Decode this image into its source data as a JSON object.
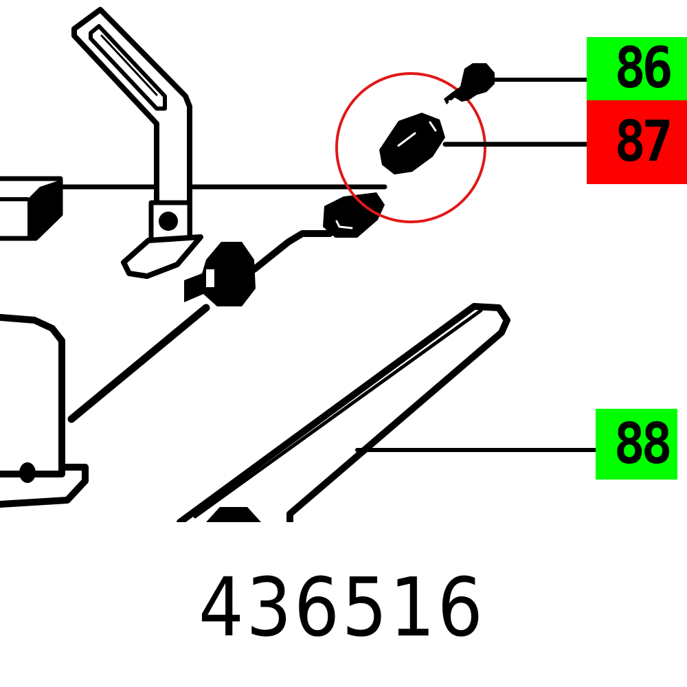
{
  "diagram": {
    "type": "exploded-parts-drawing",
    "highlight_circle_color": "#e01818",
    "line_color": "#000000",
    "background": "#ffffff"
  },
  "callouts": [
    {
      "id": "86",
      "label": "86",
      "color": "#00ff00",
      "status": "available"
    },
    {
      "id": "87",
      "label": "87",
      "color": "#ff0000",
      "status": "selected"
    },
    {
      "id": "88",
      "label": "88",
      "color": "#00ff00",
      "status": "available"
    }
  ],
  "part_number": "436516"
}
